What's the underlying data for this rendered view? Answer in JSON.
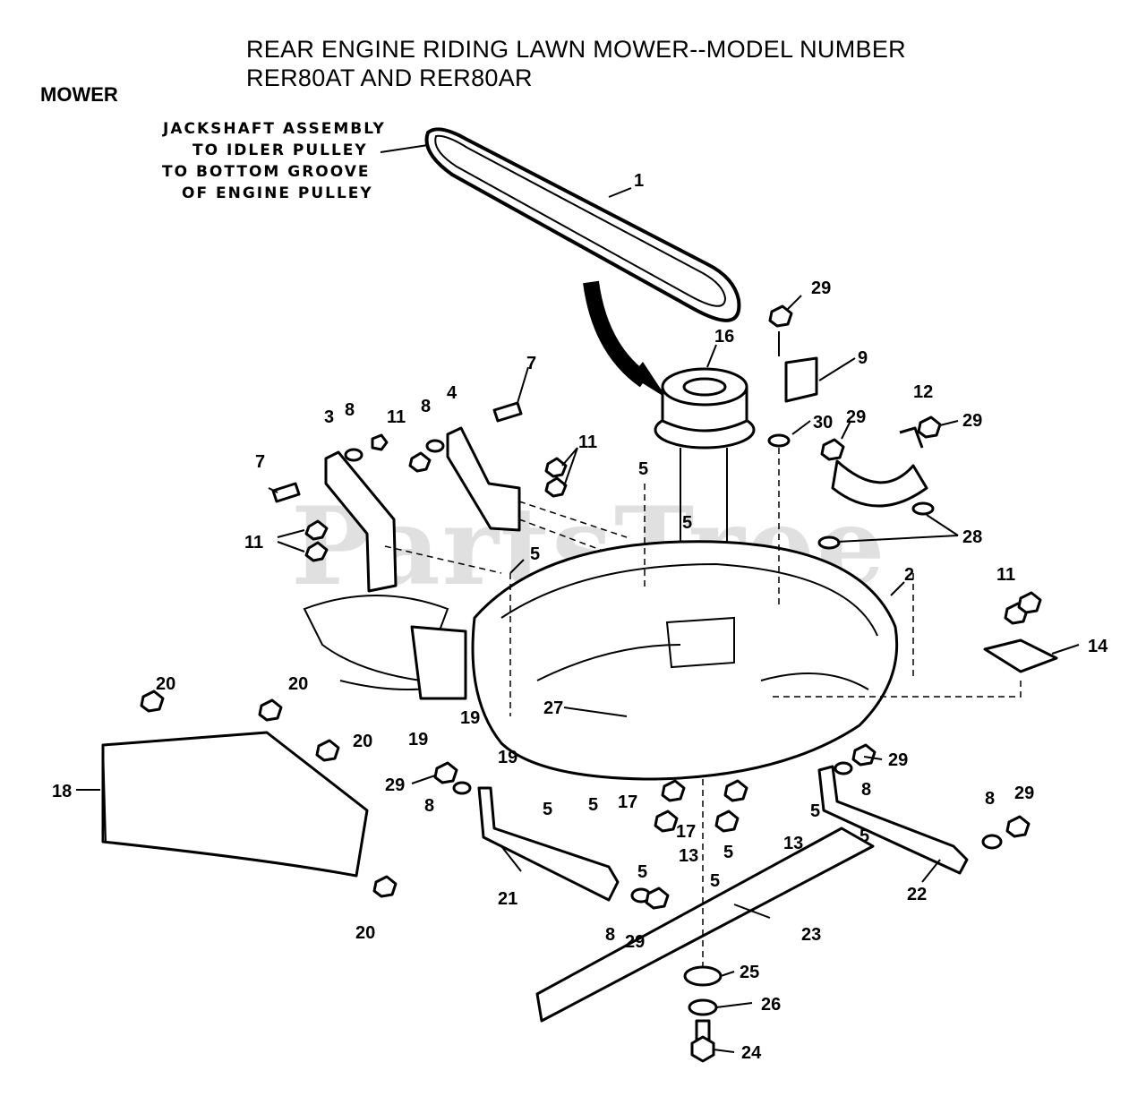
{
  "header": {
    "title_line1": "REAR ENGINE RIDING LAWN MOWER--MODEL NUMBER",
    "title_line2": "RER80AT AND RER80AR",
    "section": "MOWER"
  },
  "belt_note": {
    "line1": "JACKSHAFT ASSEMBLY",
    "line2": "TO IDLER PULLEY",
    "line3": "TO BOTTOM GROOVE",
    "line4": "OF ENGINE PULLEY"
  },
  "watermark": "PartsTree",
  "callouts": {
    "belt": "1",
    "deck": "2",
    "bracket_left": "3",
    "bracket_mid": "4",
    "screw": "5",
    "bolt": "7",
    "washer": "8",
    "idler_bracket": "9",
    "nut": "11",
    "belt_guard": "12",
    "clip": "13",
    "hinge": "14",
    "pulley": "16",
    "nut_17": "17",
    "chute": "18",
    "rivet": "19",
    "nut_20": "20",
    "link_left": "21",
    "link_right": "22",
    "blade": "23",
    "blade_bolt": "24",
    "adapter": "25",
    "washer_26": "26",
    "decal": "27",
    "washer_28": "28",
    "locknut": "29",
    "spacer": "30"
  }
}
